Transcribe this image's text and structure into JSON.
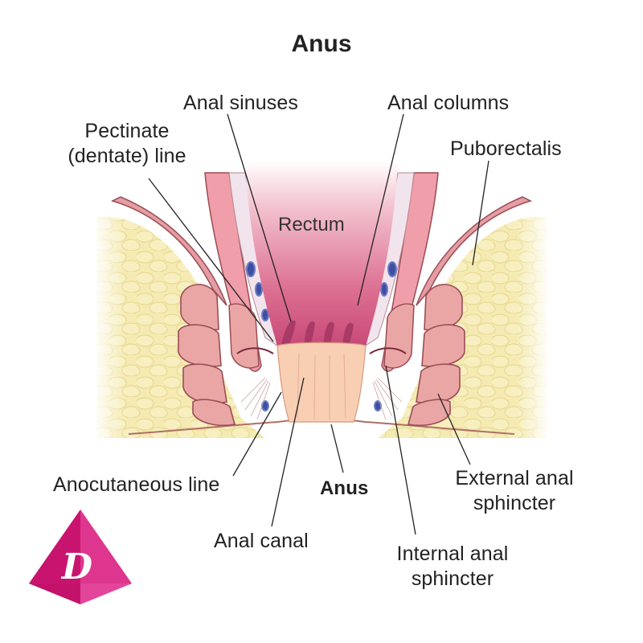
{
  "title": "Anus",
  "labels": {
    "anal_sinuses": "Anal sinuses",
    "anal_columns": "Anal columns",
    "pectinate_line_1": "Pectinate",
    "pectinate_line_2": "(dentate) line",
    "puborectalis": "Puborectalis",
    "rectum": "Rectum",
    "anocutaneous_line": "Anocutaneous line",
    "anus": "Anus",
    "external_sphincter_1": "External anal",
    "external_sphincter_2": "sphincter",
    "anal_canal": "Anal canal",
    "internal_sphincter_1": "Internal anal",
    "internal_sphincter_2": "sphincter"
  },
  "logo": {
    "letter": "D"
  },
  "colors": {
    "fat": "#f3e7a4",
    "muscle": "#e8a4a2",
    "rectum": "#d9688c",
    "canal": "#f8cbb0",
    "logo": "#d81b78"
  }
}
